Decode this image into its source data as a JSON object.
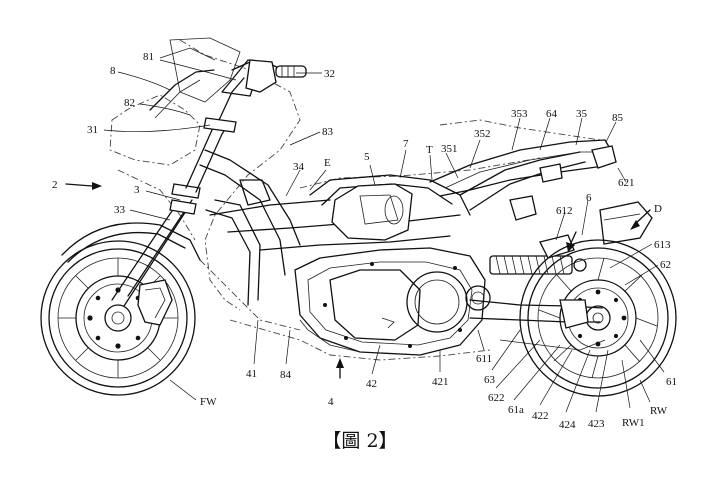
{
  "figure": {
    "caption": "【圖 2】",
    "labels": [
      {
        "id": "81",
        "text": "81"
      },
      {
        "id": "8",
        "text": "8"
      },
      {
        "id": "32",
        "text": "32"
      },
      {
        "id": "82",
        "text": "82"
      },
      {
        "id": "31",
        "text": "31"
      },
      {
        "id": "83",
        "text": "83"
      },
      {
        "id": "2",
        "text": "2"
      },
      {
        "id": "3",
        "text": "3"
      },
      {
        "id": "33",
        "text": "33"
      },
      {
        "id": "5",
        "text": "5"
      },
      {
        "id": "7",
        "text": "7"
      },
      {
        "id": "E",
        "text": "E"
      },
      {
        "id": "34",
        "text": "34"
      },
      {
        "id": "T",
        "text": "T"
      },
      {
        "id": "351",
        "text": "351"
      },
      {
        "id": "352",
        "text": "352"
      },
      {
        "id": "353",
        "text": "353"
      },
      {
        "id": "64",
        "text": "64"
      },
      {
        "id": "35",
        "text": "35"
      },
      {
        "id": "85",
        "text": "85"
      },
      {
        "id": "621",
        "text": "621"
      },
      {
        "id": "6",
        "text": "6"
      },
      {
        "id": "612",
        "text": "612"
      },
      {
        "id": "D",
        "text": "D"
      },
      {
        "id": "613",
        "text": "613"
      },
      {
        "id": "62",
        "text": "62"
      },
      {
        "id": "41",
        "text": "41"
      },
      {
        "id": "84",
        "text": "84"
      },
      {
        "id": "42",
        "text": "42"
      },
      {
        "id": "421",
        "text": "421"
      },
      {
        "id": "611",
        "text": "611"
      },
      {
        "id": "63",
        "text": "63"
      },
      {
        "id": "622",
        "text": "622"
      },
      {
        "id": "61a",
        "text": "61a"
      },
      {
        "id": "422",
        "text": "422"
      },
      {
        "id": "424",
        "text": "424"
      },
      {
        "id": "423",
        "text": "423"
      },
      {
        "id": "RW1",
        "text": "RW1"
      },
      {
        "id": "61",
        "text": "61"
      },
      {
        "id": "RW",
        "text": "RW"
      },
      {
        "id": "FW",
        "text": "FW"
      },
      {
        "id": "4",
        "text": "4"
      }
    ]
  }
}
